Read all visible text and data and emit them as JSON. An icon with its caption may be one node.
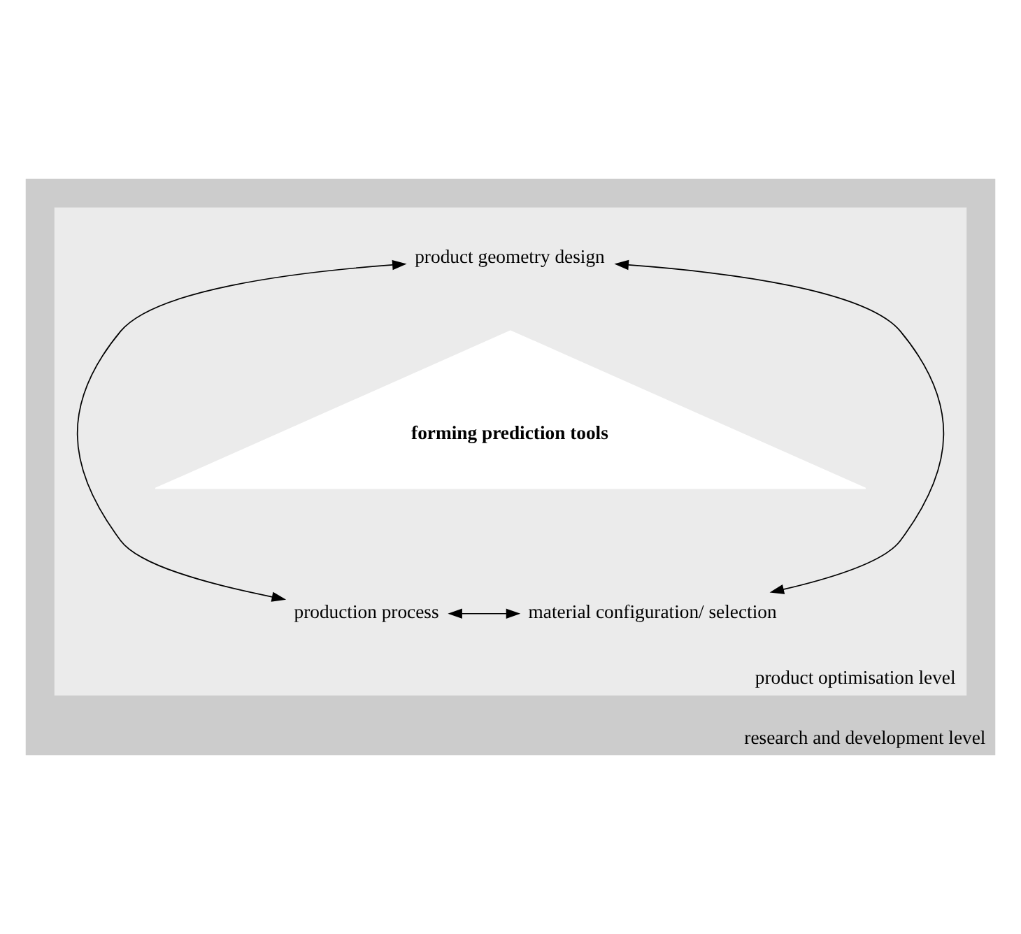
{
  "diagram": {
    "nodes": [
      {
        "text": [
          "research and development level"
        ]
      },
      {
        "text": [
          "product optimisation level"
        ],
        "in": 0
      },
      {
        "text": [
          "forming prediction tools"
        ],
        "in": 1
      },
      {
        "text": [
          "product geometry design"
        ],
        "in": 1
      },
      {
        "text": [
          "production process"
        ],
        "in": 1
      },
      {
        "text": [
          "material configuration/ selection"
        ],
        "in": 1
      }
    ],
    "edges": [
      {
        "from": 3,
        "to": 4,
        "arrow": "both"
      },
      {
        "from": 3,
        "to": 5,
        "arrow": "both"
      },
      {
        "from": 4,
        "to": 5,
        "arrow": "both"
      }
    ]
  }
}
